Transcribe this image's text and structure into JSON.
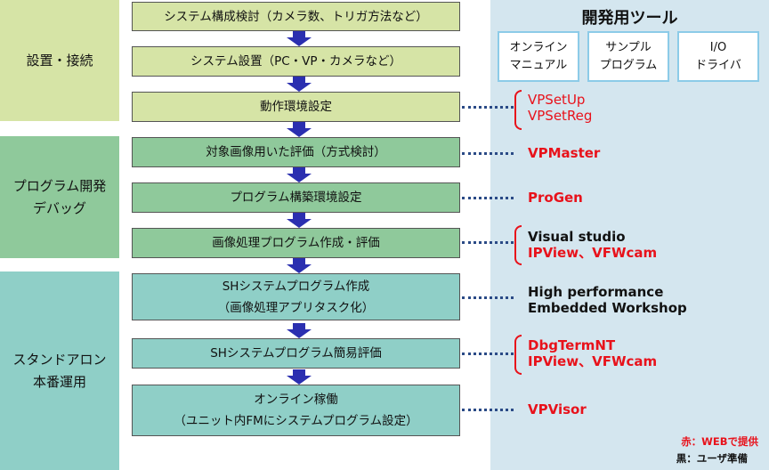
{
  "groups": [
    "設置・接続",
    "プログラム開発\nデバッグ",
    "スタンドアロン\n本番運用"
  ],
  "steps": [
    "システム構成検討（カメラ数、トリガ方法など）",
    "システム設置（PC・VP・カメラなど）",
    "動作環境設定",
    "対象画像用いた評価（方式検討）",
    "プログラム構築環境設定",
    "画像処理プログラム作成・評価",
    "SHシステムプログラム作成\n（画像処理アプリタスク化）",
    "SHシステムプログラム簡易評価",
    "オンライン稼働\n（ユニット内FMにシステムプログラム設定）"
  ],
  "panel": {
    "title": "開発用ツール",
    "boxes": [
      "オンライン\nマニュアル",
      "サンプル\nプログラム",
      "I/O\nドライバ"
    ]
  },
  "tools": {
    "t1a": "VPSetUp",
    "t1b": "VPSetReg",
    "t2": "VPMaster",
    "t3": "ProGen",
    "t4a": "Visual studio",
    "t4b": "IPView、VFWcam",
    "t5": "High performance\nEmbedded Workshop",
    "t6a": "DbgTermNT",
    "t6b": "IPView、VFWcam",
    "t7": "VPVisor"
  },
  "legend": {
    "red": "赤：WEBで提供",
    "black": "黒：ユーザ準備"
  },
  "colors": {
    "red": "#e8121b",
    "arrow": "#2b2fb0",
    "panel": "#d4e6ef"
  }
}
